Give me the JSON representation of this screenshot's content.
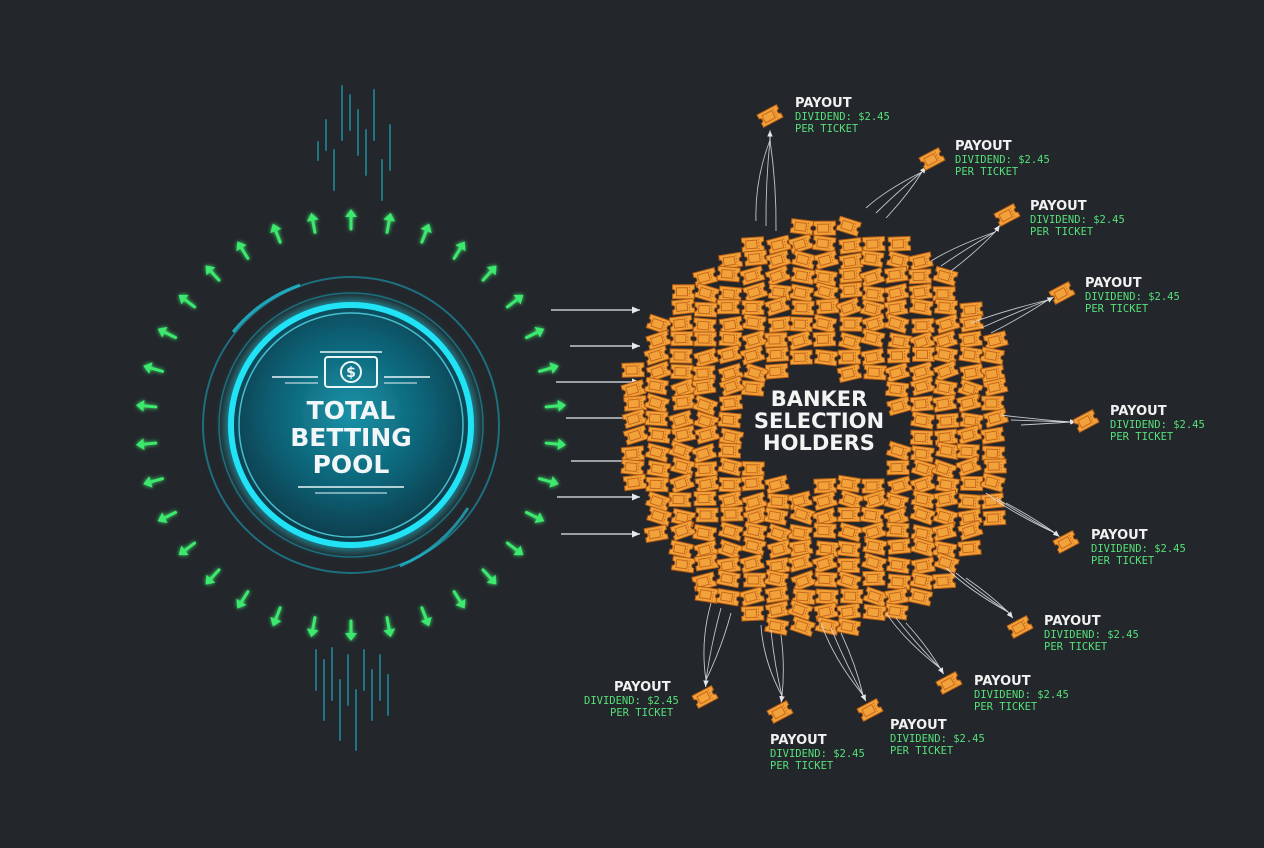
{
  "pool": {
    "title_lines": [
      "TOTAL",
      "BETTING",
      "POOL"
    ],
    "currency_symbol": "$"
  },
  "holders": {
    "title_lines": [
      "BANKER",
      "SELECTION",
      "HOLDERS"
    ]
  },
  "payouts": [
    {
      "title": "PAYOUT",
      "dividend": "DIVIDEND: $2.45",
      "per": "PER TICKET"
    },
    {
      "title": "PAYOUT",
      "dividend": "DIVIDEND: $2.45",
      "per": "PER TICKET"
    },
    {
      "title": "PAYOUT",
      "dividend": "DIVIDEND: $2.45",
      "per": "PER TICKET"
    },
    {
      "title": "PAYOUT",
      "dividend": "DIVIDEND: $2.45",
      "per": "PER TICKET"
    },
    {
      "title": "PAYOUT",
      "dividend": "DIVIDEND: $2.45",
      "per": "PER TICKET"
    },
    {
      "title": "PAYOUT",
      "dividend": "DIVIDEND: $2.45",
      "per": "PER TICKET"
    },
    {
      "title": "PAYOUT",
      "dividend": "DIVIDEND: $2.45",
      "per": "PER TICKET"
    },
    {
      "title": "PAYOUT",
      "dividend": "DIVIDEND: $2.45",
      "per": "PER TICKET"
    },
    {
      "title": "PAYOUT",
      "dividend": "DIVIDEND: $2.45",
      "per": "PER TICKET"
    },
    {
      "title": "PAYOUT",
      "dividend": "DIVIDEND: $2.45",
      "per": "PER TICKET"
    },
    {
      "title": "PAYOUT",
      "dividend": "DIVIDEND: $2.45",
      "per": "PER TICKET"
    }
  ],
  "icons": {
    "pool": "money-bill-icon",
    "ticket": "ticket-icon",
    "inflow": "green-arrow-icon",
    "transfer": "white-arrow-icon"
  },
  "colors": {
    "background": "#23262b",
    "pool_glow": "#1fd6ef",
    "pool_core": "#0e6f86",
    "inflow_arrow": "#3ee86e",
    "ticket": "#f2a23a",
    "ticket_dark": "#c9681a",
    "payout_title": "#f1f1f1",
    "dividend_text": "#56e07a"
  }
}
